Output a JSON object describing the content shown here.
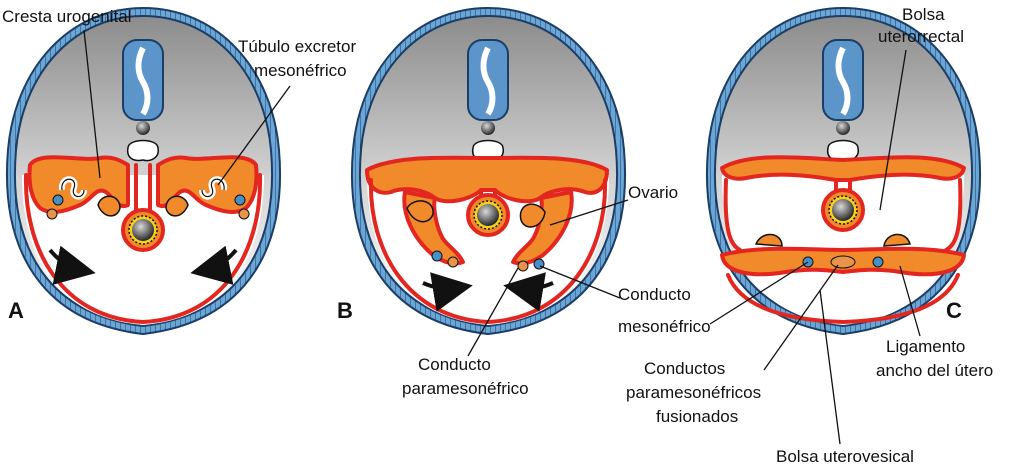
{
  "figure": {
    "panels": [
      {
        "letter": "A"
      },
      {
        "letter": "B"
      },
      {
        "letter": "C"
      }
    ],
    "labels": {
      "cresta_urogenital": "Cresta urogenital",
      "tubulo_line1": "Túbulo excretor",
      "tubulo_line2": "mesonéfrico",
      "bolsa_utero_line1": "Bolsa",
      "bolsa_utero_line2": "uterorrectal",
      "ovario": "Ovario",
      "cond_meso_line1": "Conducto",
      "cond_meso_line2": "mesonéfrico",
      "cond_para_line1": "Conducto",
      "cond_para_line2": "paramesonéfrico",
      "fus_line1": "Conductos",
      "fus_line2": "paramesonéfricos",
      "fus_line3": "fusionados",
      "lig_line1": "Ligamento",
      "lig_line2": "ancho del útero",
      "bolsa_vesical": "Bolsa uterovesical"
    },
    "colors": {
      "outline": "#1b3d66",
      "skin": "#6aa6d6",
      "tissue": "#f08a2a",
      "epithelium": "#e3261f",
      "neural": "#5b95c9",
      "duct_meso": "#4a90c8",
      "duct_para": "#e8934a"
    },
    "icons": [
      "neural-tube-icon",
      "notochord-icon",
      "aorta-icon",
      "gut-tube-icon",
      "ovary-icon",
      "arrow-icon"
    ]
  }
}
